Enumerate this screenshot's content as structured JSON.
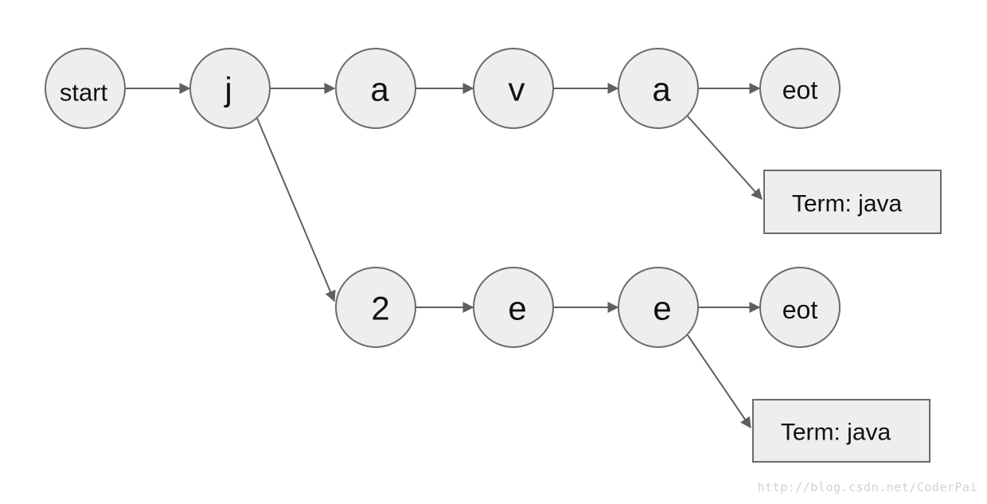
{
  "nodes": {
    "start": "start",
    "j": "j",
    "a1": "a",
    "v": "v",
    "a2": "a",
    "eot1": "eot",
    "term1": "Term: java",
    "two": "2",
    "e1": "e",
    "e2": "e",
    "eot2": "eot",
    "term2": "Term: java"
  },
  "colors": {
    "node_fill": "#eeeeee",
    "node_stroke": "#6b6b6b",
    "edge": "#5f5f5f"
  },
  "watermark": "http://blog.csdn.net/CoderPai"
}
